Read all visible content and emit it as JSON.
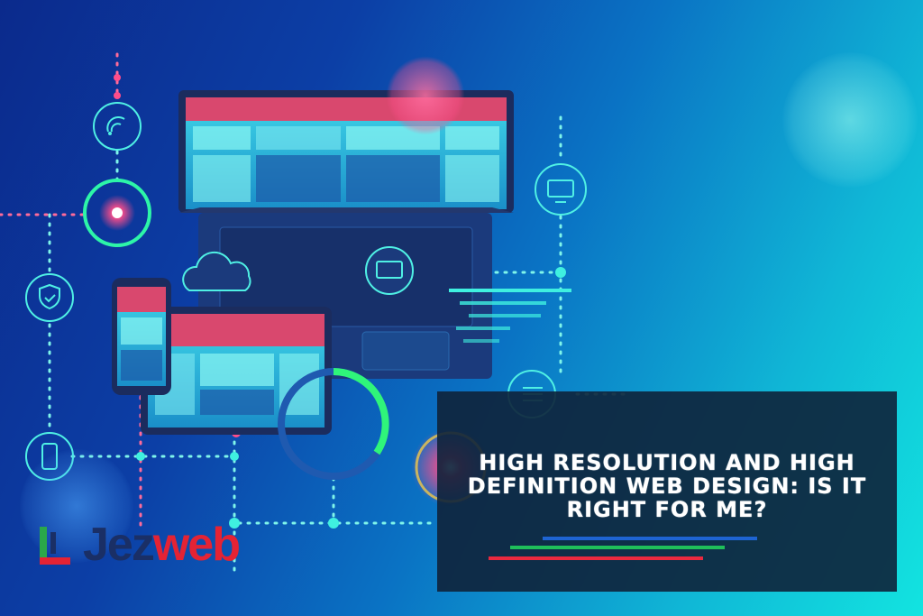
{
  "article": {
    "title": "High resolution and high definition web design: Is it right for me?"
  },
  "brand": {
    "logo_text_part1": "Jez",
    "logo_text_part2": "web"
  },
  "colors": {
    "panel": "#0e223a",
    "accent_blue": "#1e64d2",
    "accent_green": "#1fbf5a",
    "accent_red": "#e9293f",
    "neon_cyan": "#3ff0e0",
    "neon_pink": "#ff3d7f"
  },
  "icons": [
    "wifi-icon",
    "shield-check-icon",
    "smartphone-icon",
    "monitor-icon",
    "cloud-icon",
    "list-icon",
    "laptop-illustration",
    "tablet-illustration",
    "phone-illustration"
  ]
}
